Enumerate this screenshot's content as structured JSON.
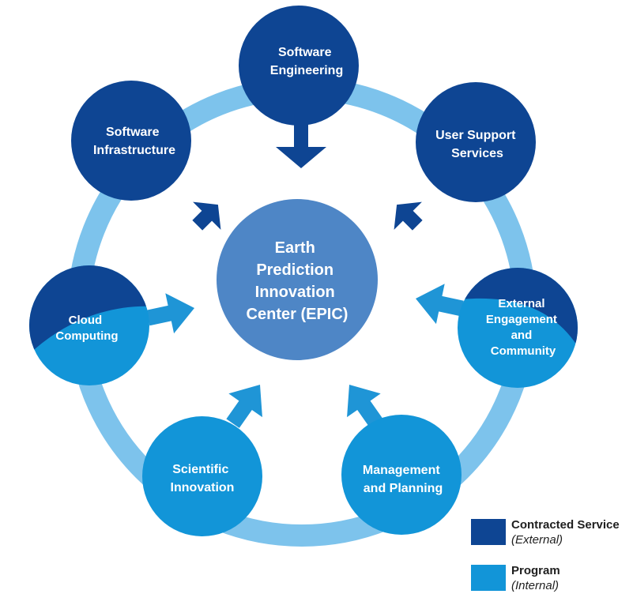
{
  "colors": {
    "ring": "#7dc3ec",
    "external": "#0e4593",
    "internal": "#1295d8",
    "center": "#4e86c6",
    "arrow_external": "#0e4593",
    "arrow_internal": "#1f95d6"
  },
  "center": {
    "lines": [
      "Earth",
      "Prediction",
      "Innovation",
      "Center (EPIC)"
    ]
  },
  "nodes": [
    {
      "id": "software-engineering",
      "type": "external",
      "lines": [
        "Software",
        "Engineering"
      ]
    },
    {
      "id": "user-support-services",
      "type": "external",
      "lines": [
        "User Support",
        "Services"
      ]
    },
    {
      "id": "external-engagement",
      "type": "mixed",
      "lines": [
        "External",
        "Engagement",
        "and",
        "Community"
      ]
    },
    {
      "id": "management-planning",
      "type": "internal",
      "lines": [
        "Management",
        "and Planning"
      ]
    },
    {
      "id": "scientific-innovation",
      "type": "internal",
      "lines": [
        "Scientific",
        "Innovation"
      ]
    },
    {
      "id": "cloud-computing",
      "type": "mixed",
      "lines": [
        "Cloud",
        "Computing"
      ]
    },
    {
      "id": "software-infrastructure",
      "type": "external",
      "lines": [
        "Software",
        "Infrastructure"
      ]
    }
  ],
  "legend": [
    {
      "title": "Contracted Service",
      "subtitle": "(External)",
      "type": "external"
    },
    {
      "title": "Program",
      "subtitle": "(Internal)",
      "type": "internal"
    }
  ]
}
